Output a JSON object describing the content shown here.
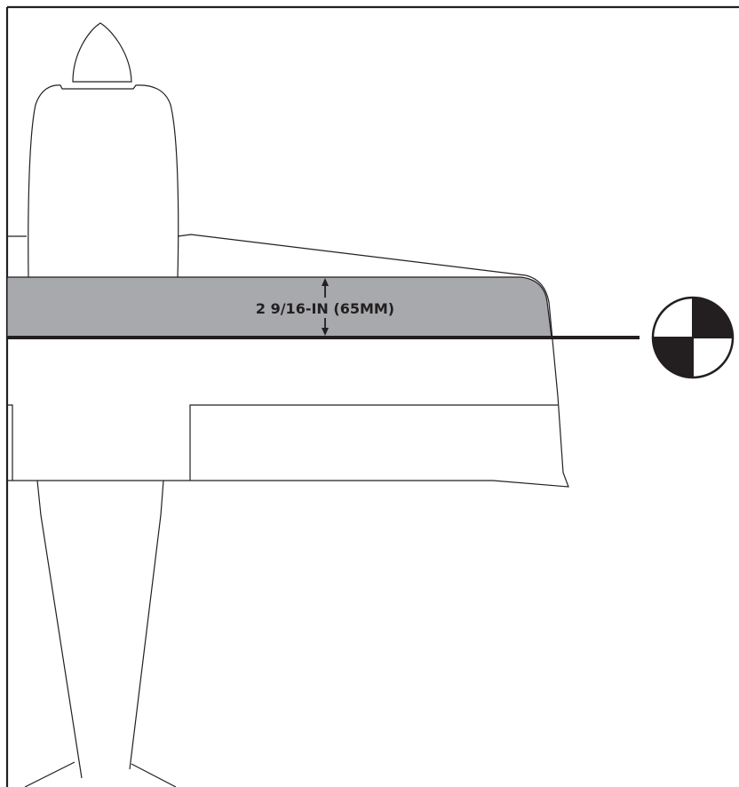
{
  "diagram": {
    "measurement_label": "2 9/16-IN (65MM)",
    "measurement_value": {
      "inches": "2 9/16",
      "millimeters": 65
    },
    "marker": "center-of-gravity-icon",
    "colors": {
      "line": "#231f20",
      "shaded_band": "#a7a9ac",
      "marker_fill": "#231f20",
      "background": "#ffffff"
    }
  }
}
